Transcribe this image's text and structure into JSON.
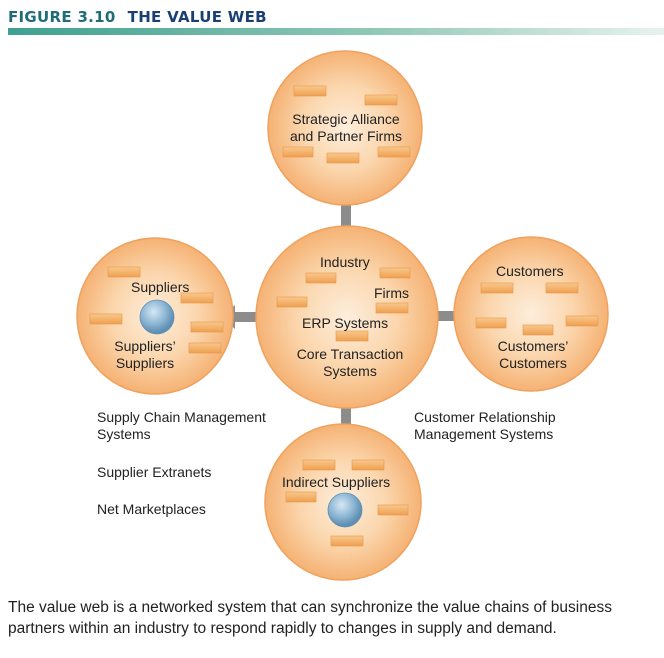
{
  "figure": {
    "number": "FIGURE 3.10",
    "title": "THE VALUE WEB"
  },
  "circles": {
    "top": [
      "Strategic Alliance",
      "and Partner Firms"
    ],
    "center_industry": "Industry",
    "center_firms": "Firms",
    "center_erp": "ERP Systems",
    "center_core": [
      "Core Transaction",
      "Systems"
    ],
    "left_suppliers": "Suppliers",
    "left_suppliers_suppliers": [
      "Suppliers’",
      "Suppliers"
    ],
    "right_customers": "Customers",
    "right_customers_customers": [
      "Customers’",
      "Customers"
    ],
    "bottom": "Indirect Suppliers"
  },
  "side_labels": {
    "scm": [
      "Supply Chain Management",
      "Systems"
    ],
    "extranets": "Supplier Extranets",
    "marketplaces": "Net Marketplaces",
    "crm": [
      "Customer Relationship",
      "Management Systems"
    ]
  },
  "caption": "The value web is a networked system that can synchronize the value chains of business partners within an industry to respond rapidly to changes in supply and demand.",
  "colors": {
    "circle_fill": "#f6b87c",
    "circle_center": "#fdeedc",
    "circle_stroke": "#efa15e",
    "block": "#f5b46a",
    "arrow": "#8c8c8c",
    "sphere": "#8db6d4",
    "header_number": "#1f6c78",
    "header_title": "#1a3f73"
  }
}
